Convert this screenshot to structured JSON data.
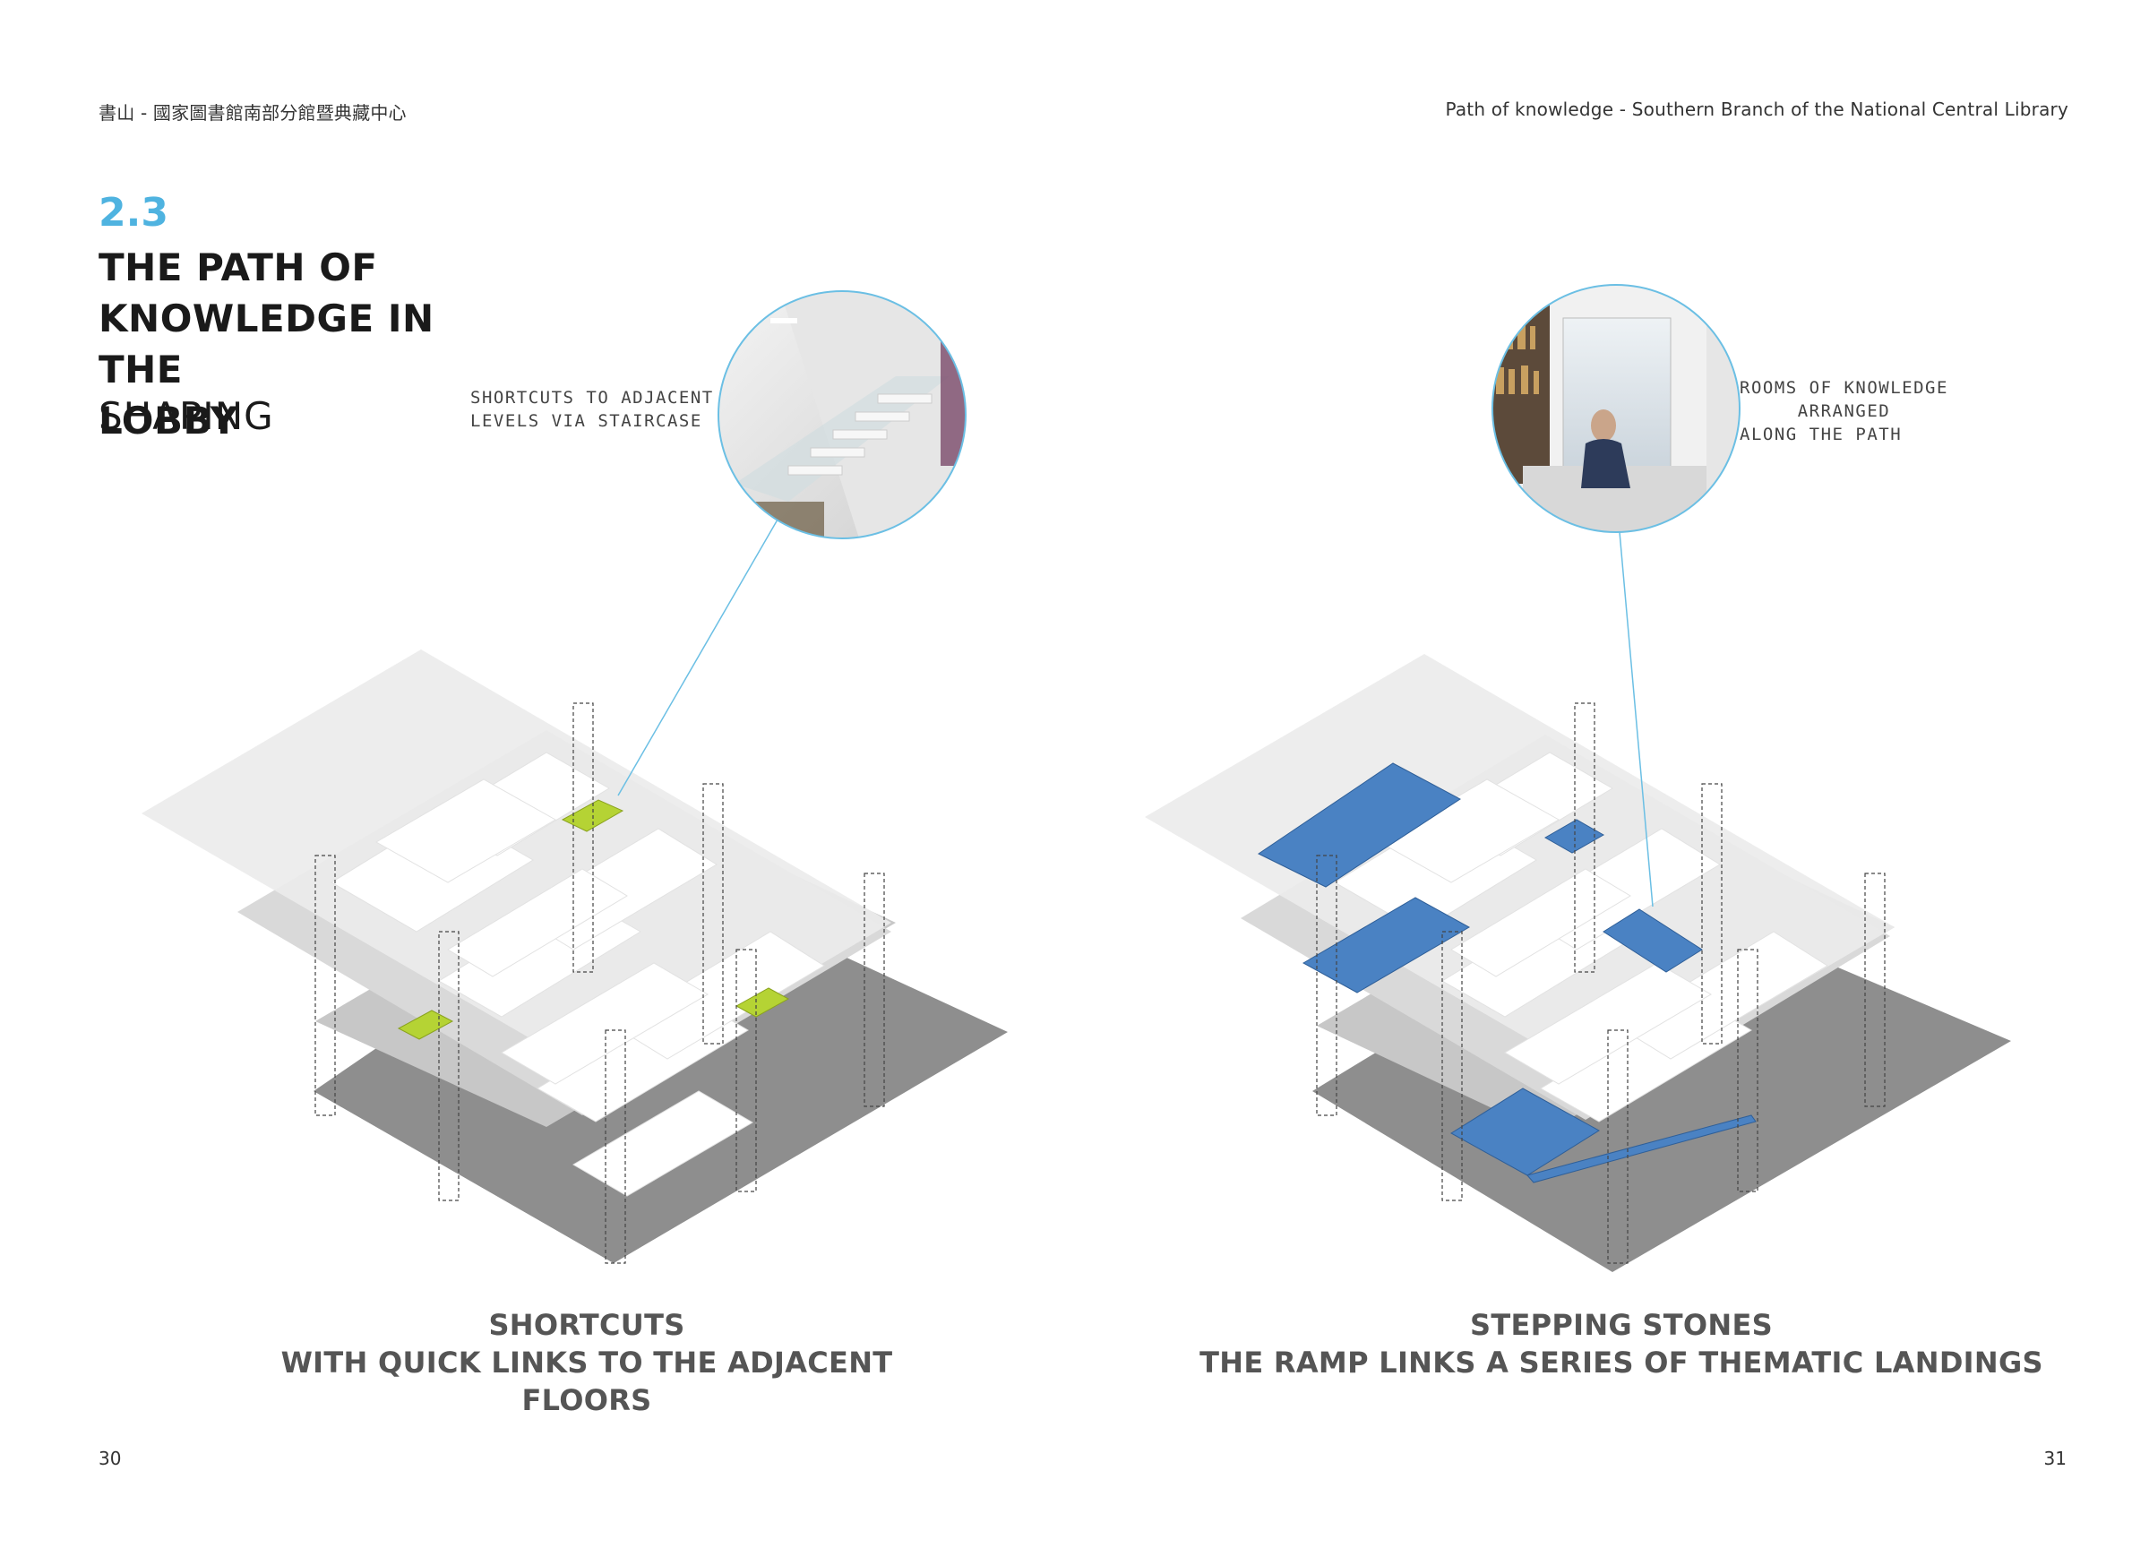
{
  "header": {
    "left": "書山 - 國家圖書館南部分館暨典藏中心",
    "right": "Path of knowledge - Southern Branch of the National Central Library"
  },
  "section": {
    "number": "2.3",
    "title_lines": [
      "THE PATH OF",
      "KNOWLEDGE IN THE",
      "LOBBY"
    ],
    "subtitle": "SHAPING"
  },
  "left_diagram": {
    "callout_lines": [
      "SHORTCUTS TO ADJACENT",
      "LEVELS VIA STAIRCASE"
    ],
    "caption_title": "SHORTCUTS",
    "caption_subtitle": "WITH QUICK LINKS TO THE ADJACENT FLOORS",
    "highlight_color": "#b5d334"
  },
  "right_diagram": {
    "callout_lines": [
      "ROOMS OF KNOWLEDGE",
      "     ARRANGED",
      "ALONG THE PATH"
    ],
    "caption_title": "STEPPING STONES",
    "caption_subtitle": "THE RAMP LINKS A SERIES OF THEMATIC LANDINGS",
    "highlight_color": "#4a82c3"
  },
  "page_numbers": {
    "left": "30",
    "right": "31"
  },
  "colors": {
    "accent": "#4fb3e0",
    "floor_dark": "#8e8e8e",
    "floor_mid": "#c7c7c7",
    "floor_light": "#e8e8e8"
  }
}
